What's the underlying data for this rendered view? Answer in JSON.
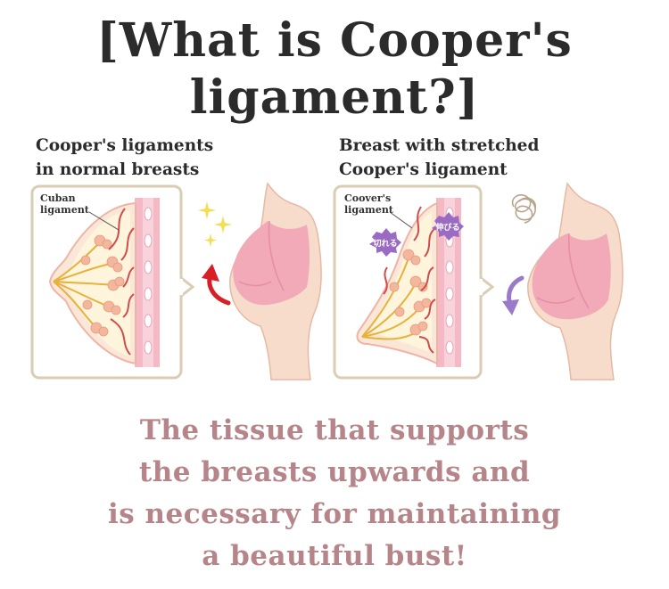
{
  "title": {
    "line1": "[What  is  Cooper's",
    "line2": "ligament?]"
  },
  "left_panel": {
    "heading_line1": "Cooper's  ligaments",
    "heading_line2": "in  normal  breasts",
    "callout_line1": "Cuban",
    "callout_line2": "ligament"
  },
  "right_panel": {
    "heading_line1": "Breast  with  stretched",
    "heading_line2": "Cooper's  ligament",
    "callout_line1": "Coover's",
    "callout_line2": "ligament",
    "badge_left": "切れる",
    "badge_right": "伸びる"
  },
  "tagline": {
    "line1": "The  tissue  that  supports",
    "line2": "the  breasts  upwards  and",
    "line3": "is  necessary  for  maintaining",
    "line4": "a  beautiful  bust!"
  },
  "colors": {
    "title_text": "#2b2b2b",
    "tagline_text": "#b5858a",
    "skin": "#f7dccb",
    "bra_pink": "#f2a9b8",
    "ligament_red": "#d24b4b",
    "duct_yellow": "#e6b23c",
    "tissue_orange": "#f2b79c",
    "arrow_up_red": "#d81f26",
    "arrow_down_purple": "#9a7bc9",
    "sparkle_yellow": "#f2df57"
  }
}
